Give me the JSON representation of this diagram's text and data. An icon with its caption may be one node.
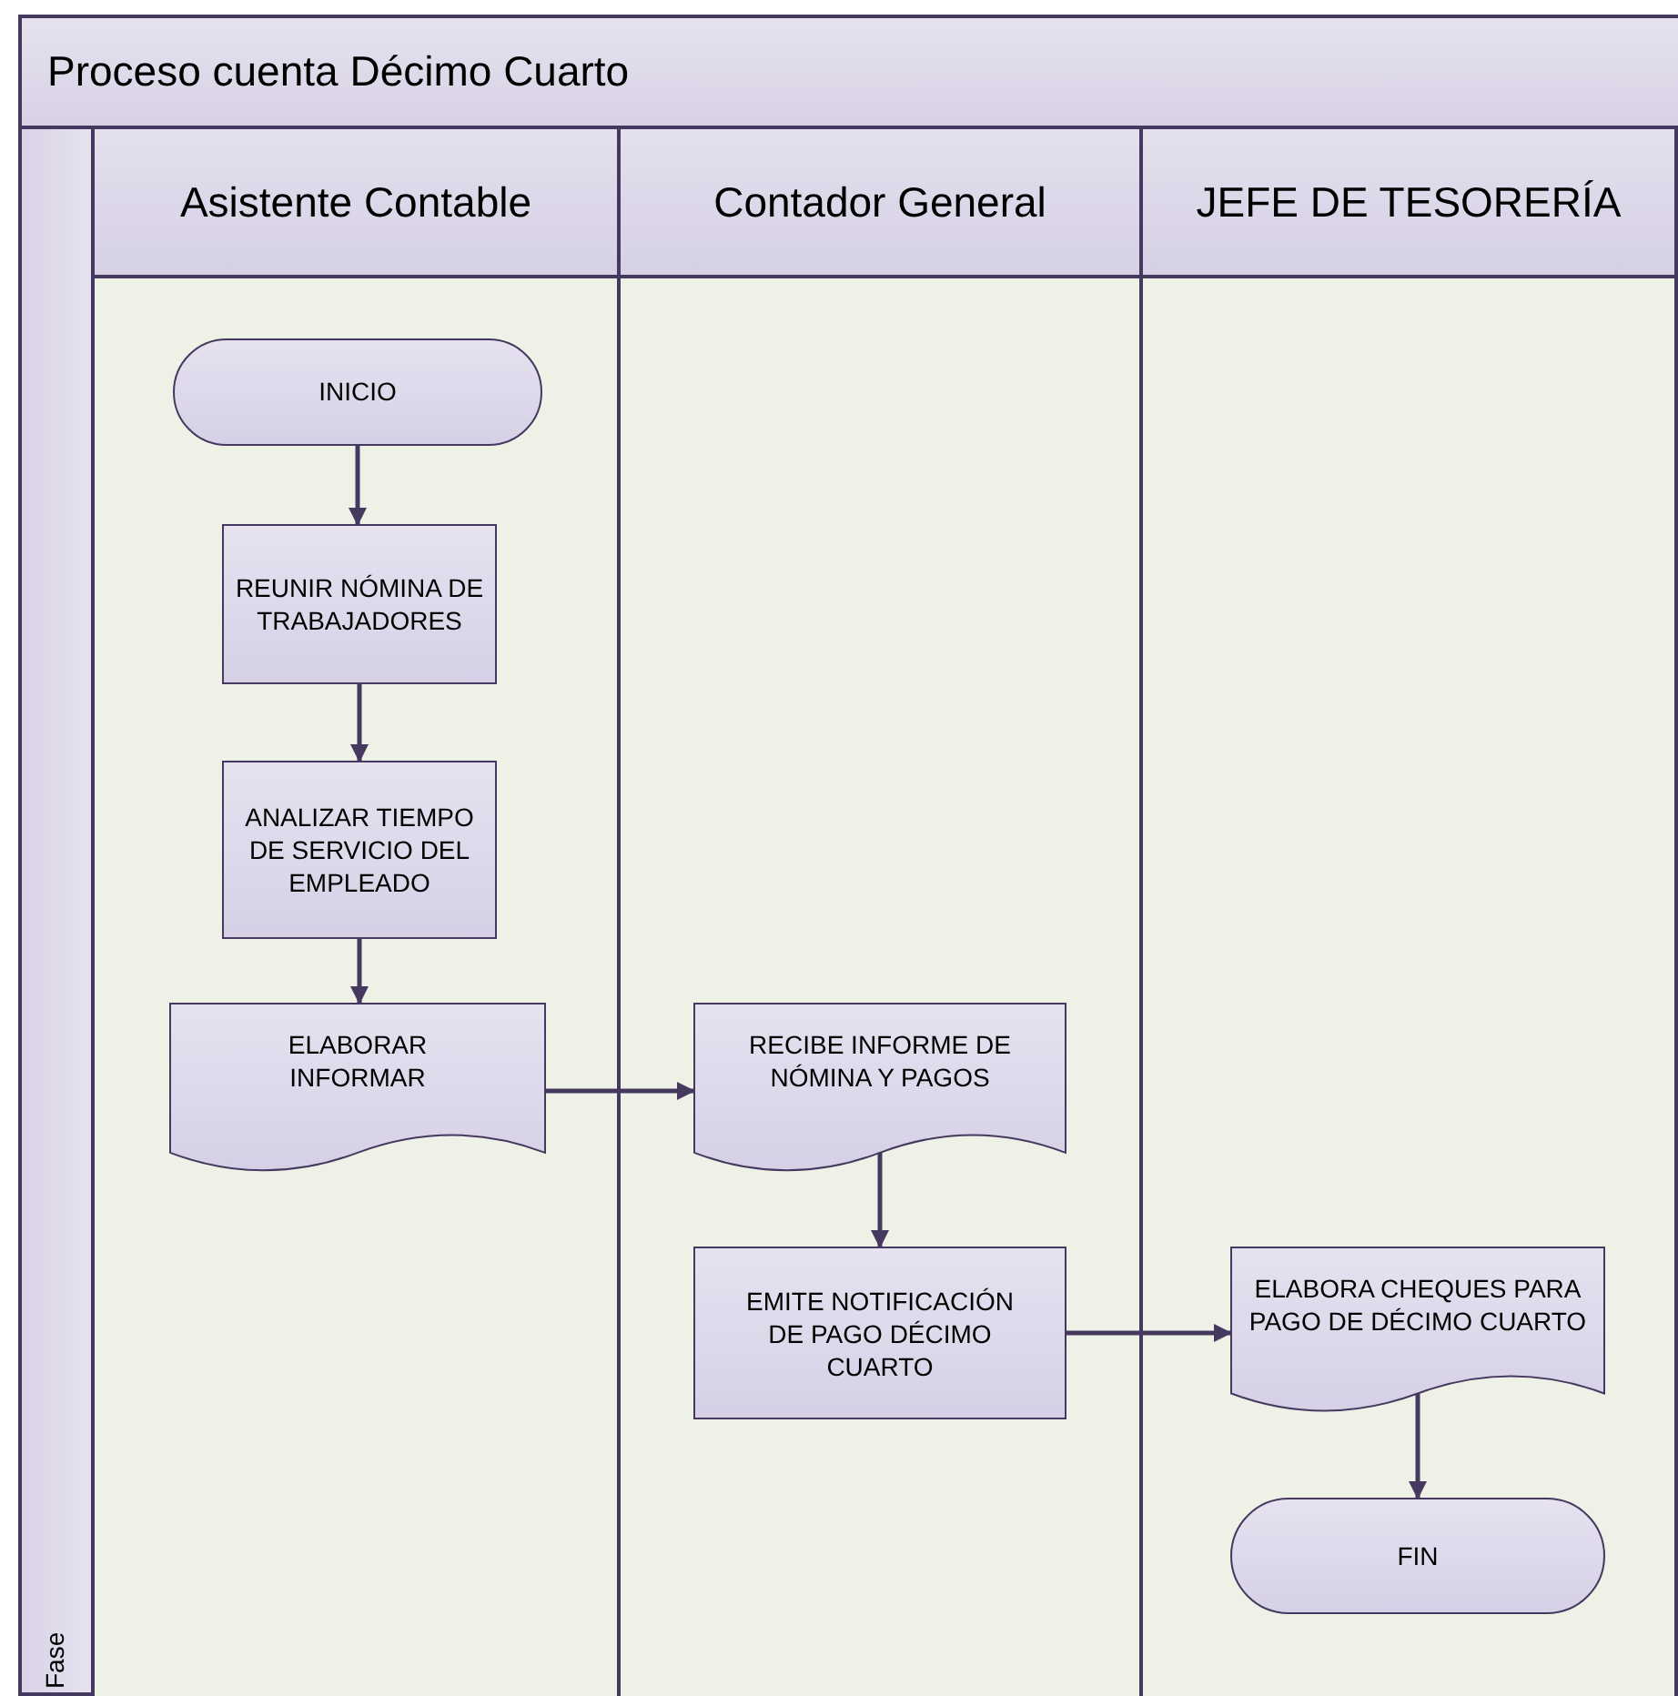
{
  "diagram": {
    "title": "Proceso cuenta Décimo Cuarto",
    "nodes": [
      {
        "text": [
          "Fase"
        ]
      },
      {
        "text": [
          "Asistente Contable"
        ]
      },
      {
        "text": [
          "Contador General"
        ]
      },
      {
        "text": [
          "JEFE DE TESORERÍA"
        ]
      },
      {
        "text": [
          "INICIO"
        ],
        "in": 1
      },
      {
        "text": [
          "REUNIR NÓMINA DE TRABAJADORES"
        ],
        "in": 1
      },
      {
        "text": [
          "ANALIZAR TIEMPO DE SERVICIO DEL EMPLEADO"
        ],
        "in": 1
      },
      {
        "text": [
          "ELABORAR INFORMAR"
        ],
        "in": 1
      },
      {
        "text": [
          "RECIBE INFORME DE NÓMINA Y PAGOS"
        ],
        "in": 2
      },
      {
        "text": [
          "EMITE NOTIFICACIÓN DE PAGO DÉCIMO CUARTO"
        ],
        "in": 2
      },
      {
        "text": [
          "ELABORA CHEQUES PARA PAGO DE DÉCIMO CUARTO"
        ],
        "in": 3
      },
      {
        "text": [
          "FIN"
        ],
        "in": 3
      }
    ],
    "edges": [
      {
        "from": 4,
        "to": 5,
        "arrow": "to"
      },
      {
        "from": 5,
        "to": 6,
        "arrow": "to"
      },
      {
        "from": 6,
        "to": 7,
        "arrow": "to"
      },
      {
        "from": 7,
        "to": 8,
        "arrow": "to"
      },
      {
        "from": 8,
        "to": 9,
        "arrow": "to"
      },
      {
        "from": 9,
        "to": 10,
        "arrow": "to"
      },
      {
        "from": 10,
        "to": 11,
        "arrow": "to"
      }
    ]
  }
}
